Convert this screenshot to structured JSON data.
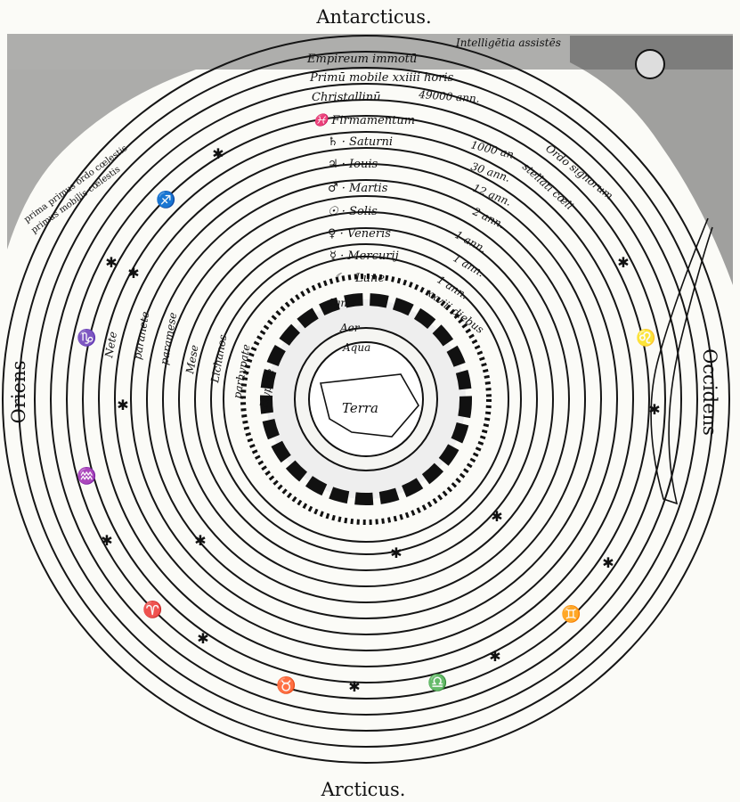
{
  "directions": {
    "top": "Antarcticus.",
    "bottom": "Arcticus.",
    "left": "Oriens",
    "right": "Occidens"
  },
  "banner": "Intelligētia assistēs",
  "left_banner": [
    "prima primus ordo cœlestis",
    "primus mobilis cœlestis"
  ],
  "spheres": [
    {
      "name": "Empireum immotū",
      "period": ""
    },
    {
      "name": "Primū mobile xxiiii horis",
      "period": ""
    },
    {
      "name": "Christallinū",
      "period": "49000 ann."
    },
    {
      "name": "♓ Firmamentum",
      "period": "1000 an."
    },
    {
      "name": "♄ · Saturni",
      "period": "30 ann."
    },
    {
      "name": "♃ · Iouis",
      "period": "12 ann."
    },
    {
      "name": "♂ · Martis",
      "period": "2 ann."
    },
    {
      "name": "☉ · Solis",
      "period": "1 ann."
    },
    {
      "name": "♀ · Veneris",
      "period": "1 ann."
    },
    {
      "name": "☿ · Mercurij",
      "period": "1 ann."
    },
    {
      "name": "☾ · Lune",
      "period": "xxviii diebus"
    }
  ],
  "ordo": "Ordo signorum",
  "fixed_stars": "stellati cœli",
  "elements": {
    "fire": "Ignis",
    "air": "Aer",
    "water": "Aqua",
    "earth": "Terra"
  },
  "left_labels": [
    "Nete",
    "paranete",
    "paramese",
    "Mese",
    "Lichanos",
    "parhypate",
    "Hypate"
  ],
  "zodiac_glyphs": [
    "♐",
    "♑",
    "♒",
    "♈",
    "♉",
    "♊",
    "♌",
    "♎"
  ]
}
